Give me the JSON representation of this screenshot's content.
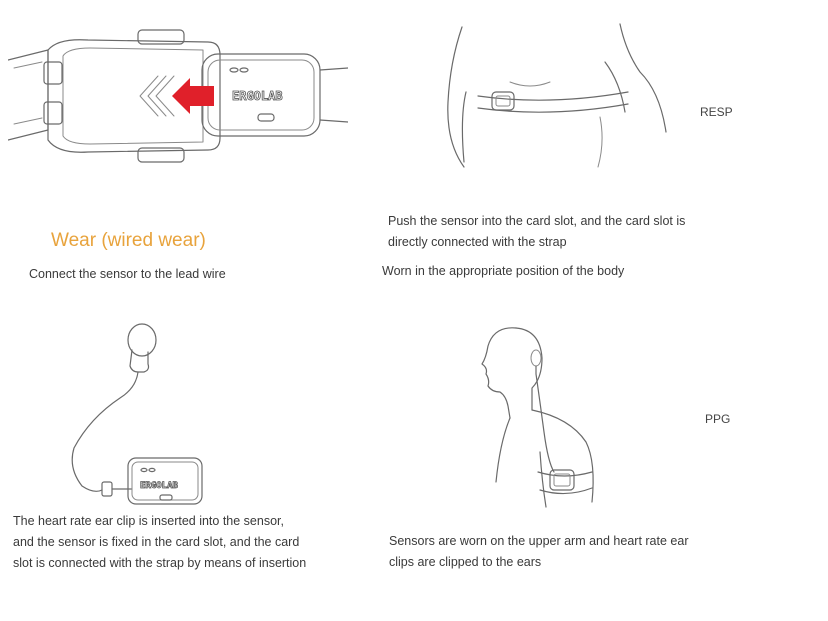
{
  "sections": {
    "wired_heading": "Wear (wired wear)",
    "wired_caption": "Connect the sensor to the lead wire",
    "resp_label": "RESP",
    "resp_caption_line1": "Push the sensor into the card slot, and the card slot is",
    "resp_caption_line2": "directly connected with the strap",
    "resp_caption_line3": "Worn in the appropriate position of the body",
    "ear_caption_line1": "The heart rate ear clip is inserted into the sensor,",
    "ear_caption_line2": "and the sensor is fixed in the card slot, and the card",
    "ear_caption_line3": "slot is connected with the strap by means of insertion",
    "ppg_label": "PPG",
    "ppg_caption_line1": "Sensors are worn on the upper arm and heart rate ear",
    "ppg_caption_line2": "clips are clipped to the ears"
  },
  "device_logo": "ERGOLAB",
  "colors": {
    "heading": "#e8a33c",
    "arrow": "#e0202a"
  },
  "icons": [
    "insert-arrow-icon"
  ]
}
